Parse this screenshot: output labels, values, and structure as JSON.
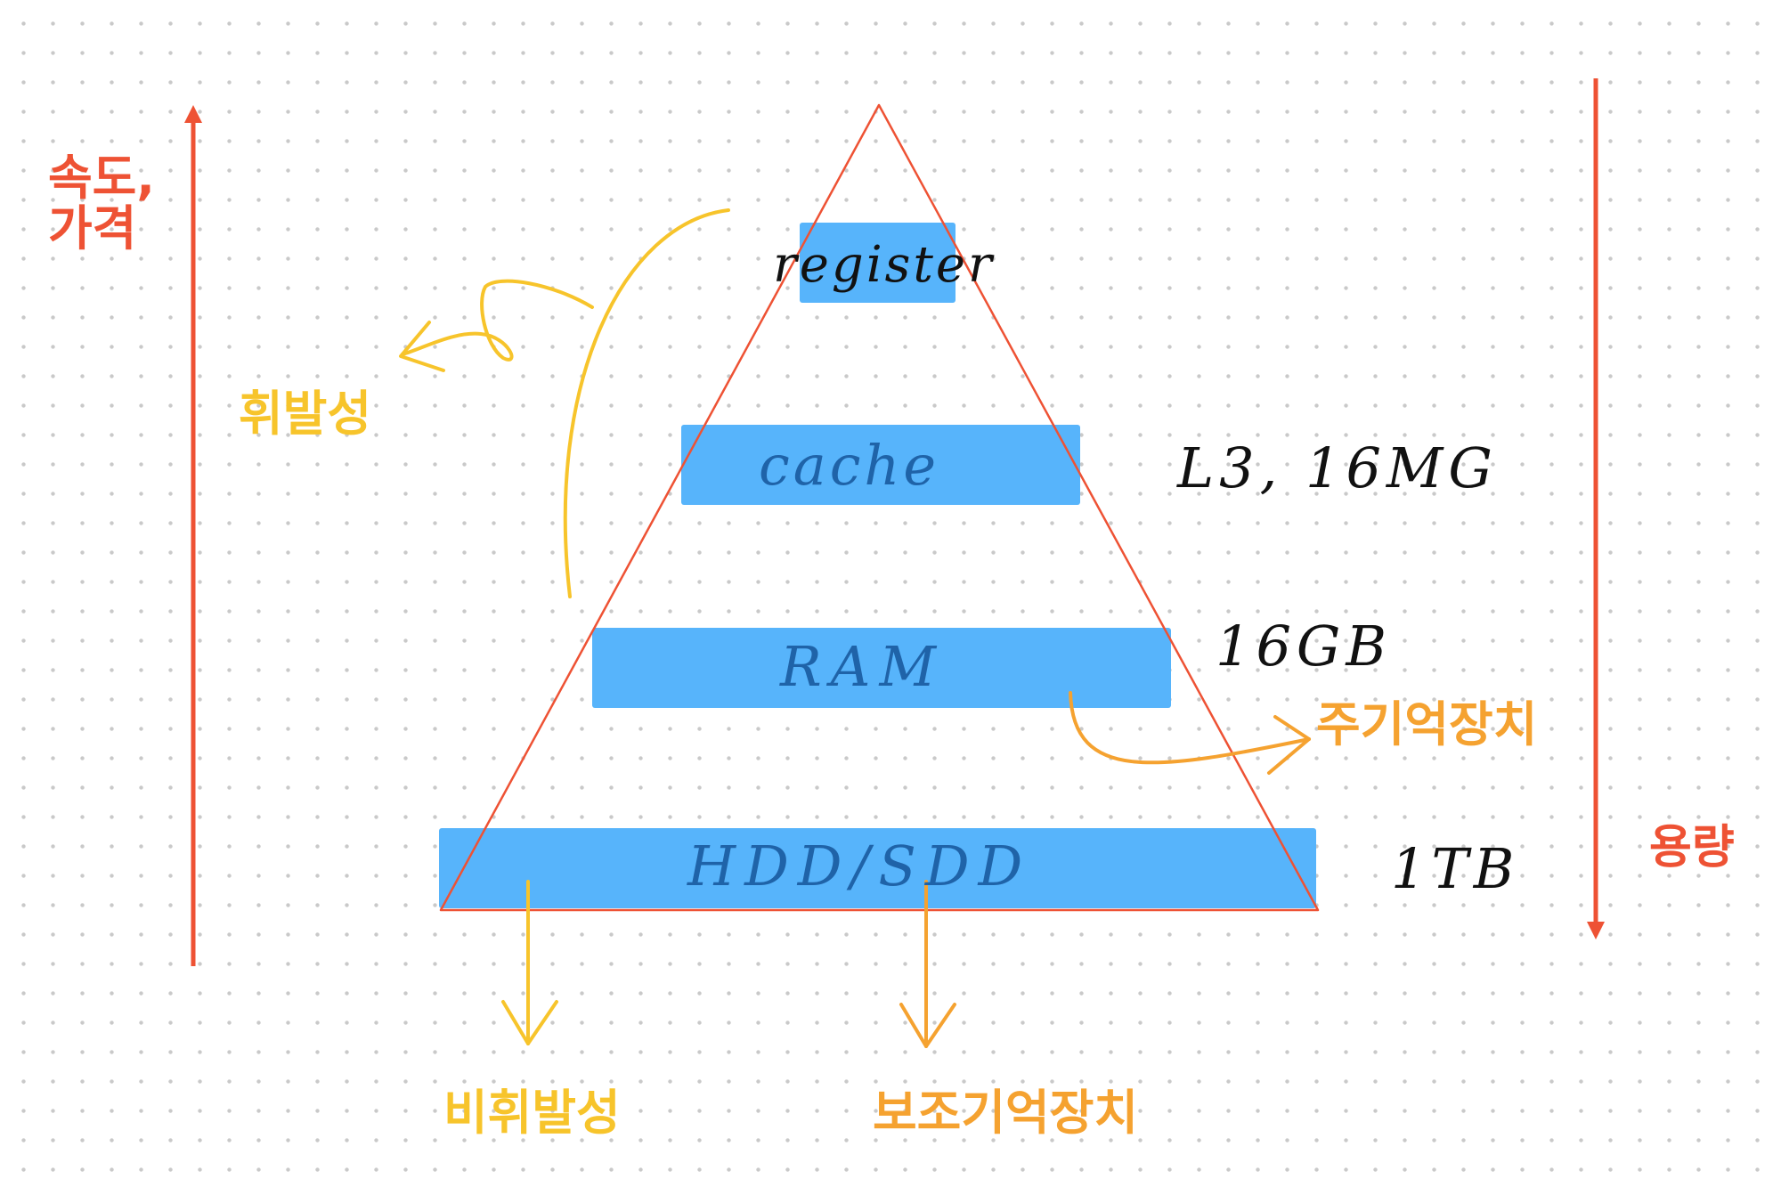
{
  "colors": {
    "speed_arrow": "#ee5234",
    "triangle_outline": "#ee5234",
    "tier_fill": "#57b4fb",
    "tier_text": "#1f63a8",
    "volatility_annotation": "#f7c42b",
    "storage_annotation": "#f5a230",
    "size_text": "#111111"
  },
  "axes": {
    "speed_cost_label": "속도,\n가격",
    "capacity_label": "용량"
  },
  "tiers": [
    {
      "label": "register",
      "size": ""
    },
    {
      "label": "cache",
      "size": "L3, 16MG"
    },
    {
      "label": "RAM",
      "size": "16GB"
    },
    {
      "label": "HDD/SDD",
      "size": "1TB"
    }
  ],
  "annotations": {
    "volatile": "휘발성",
    "non_volatile": "비휘발성",
    "main_memory": "주기억장치",
    "secondary_storage": "보조기억장치"
  }
}
